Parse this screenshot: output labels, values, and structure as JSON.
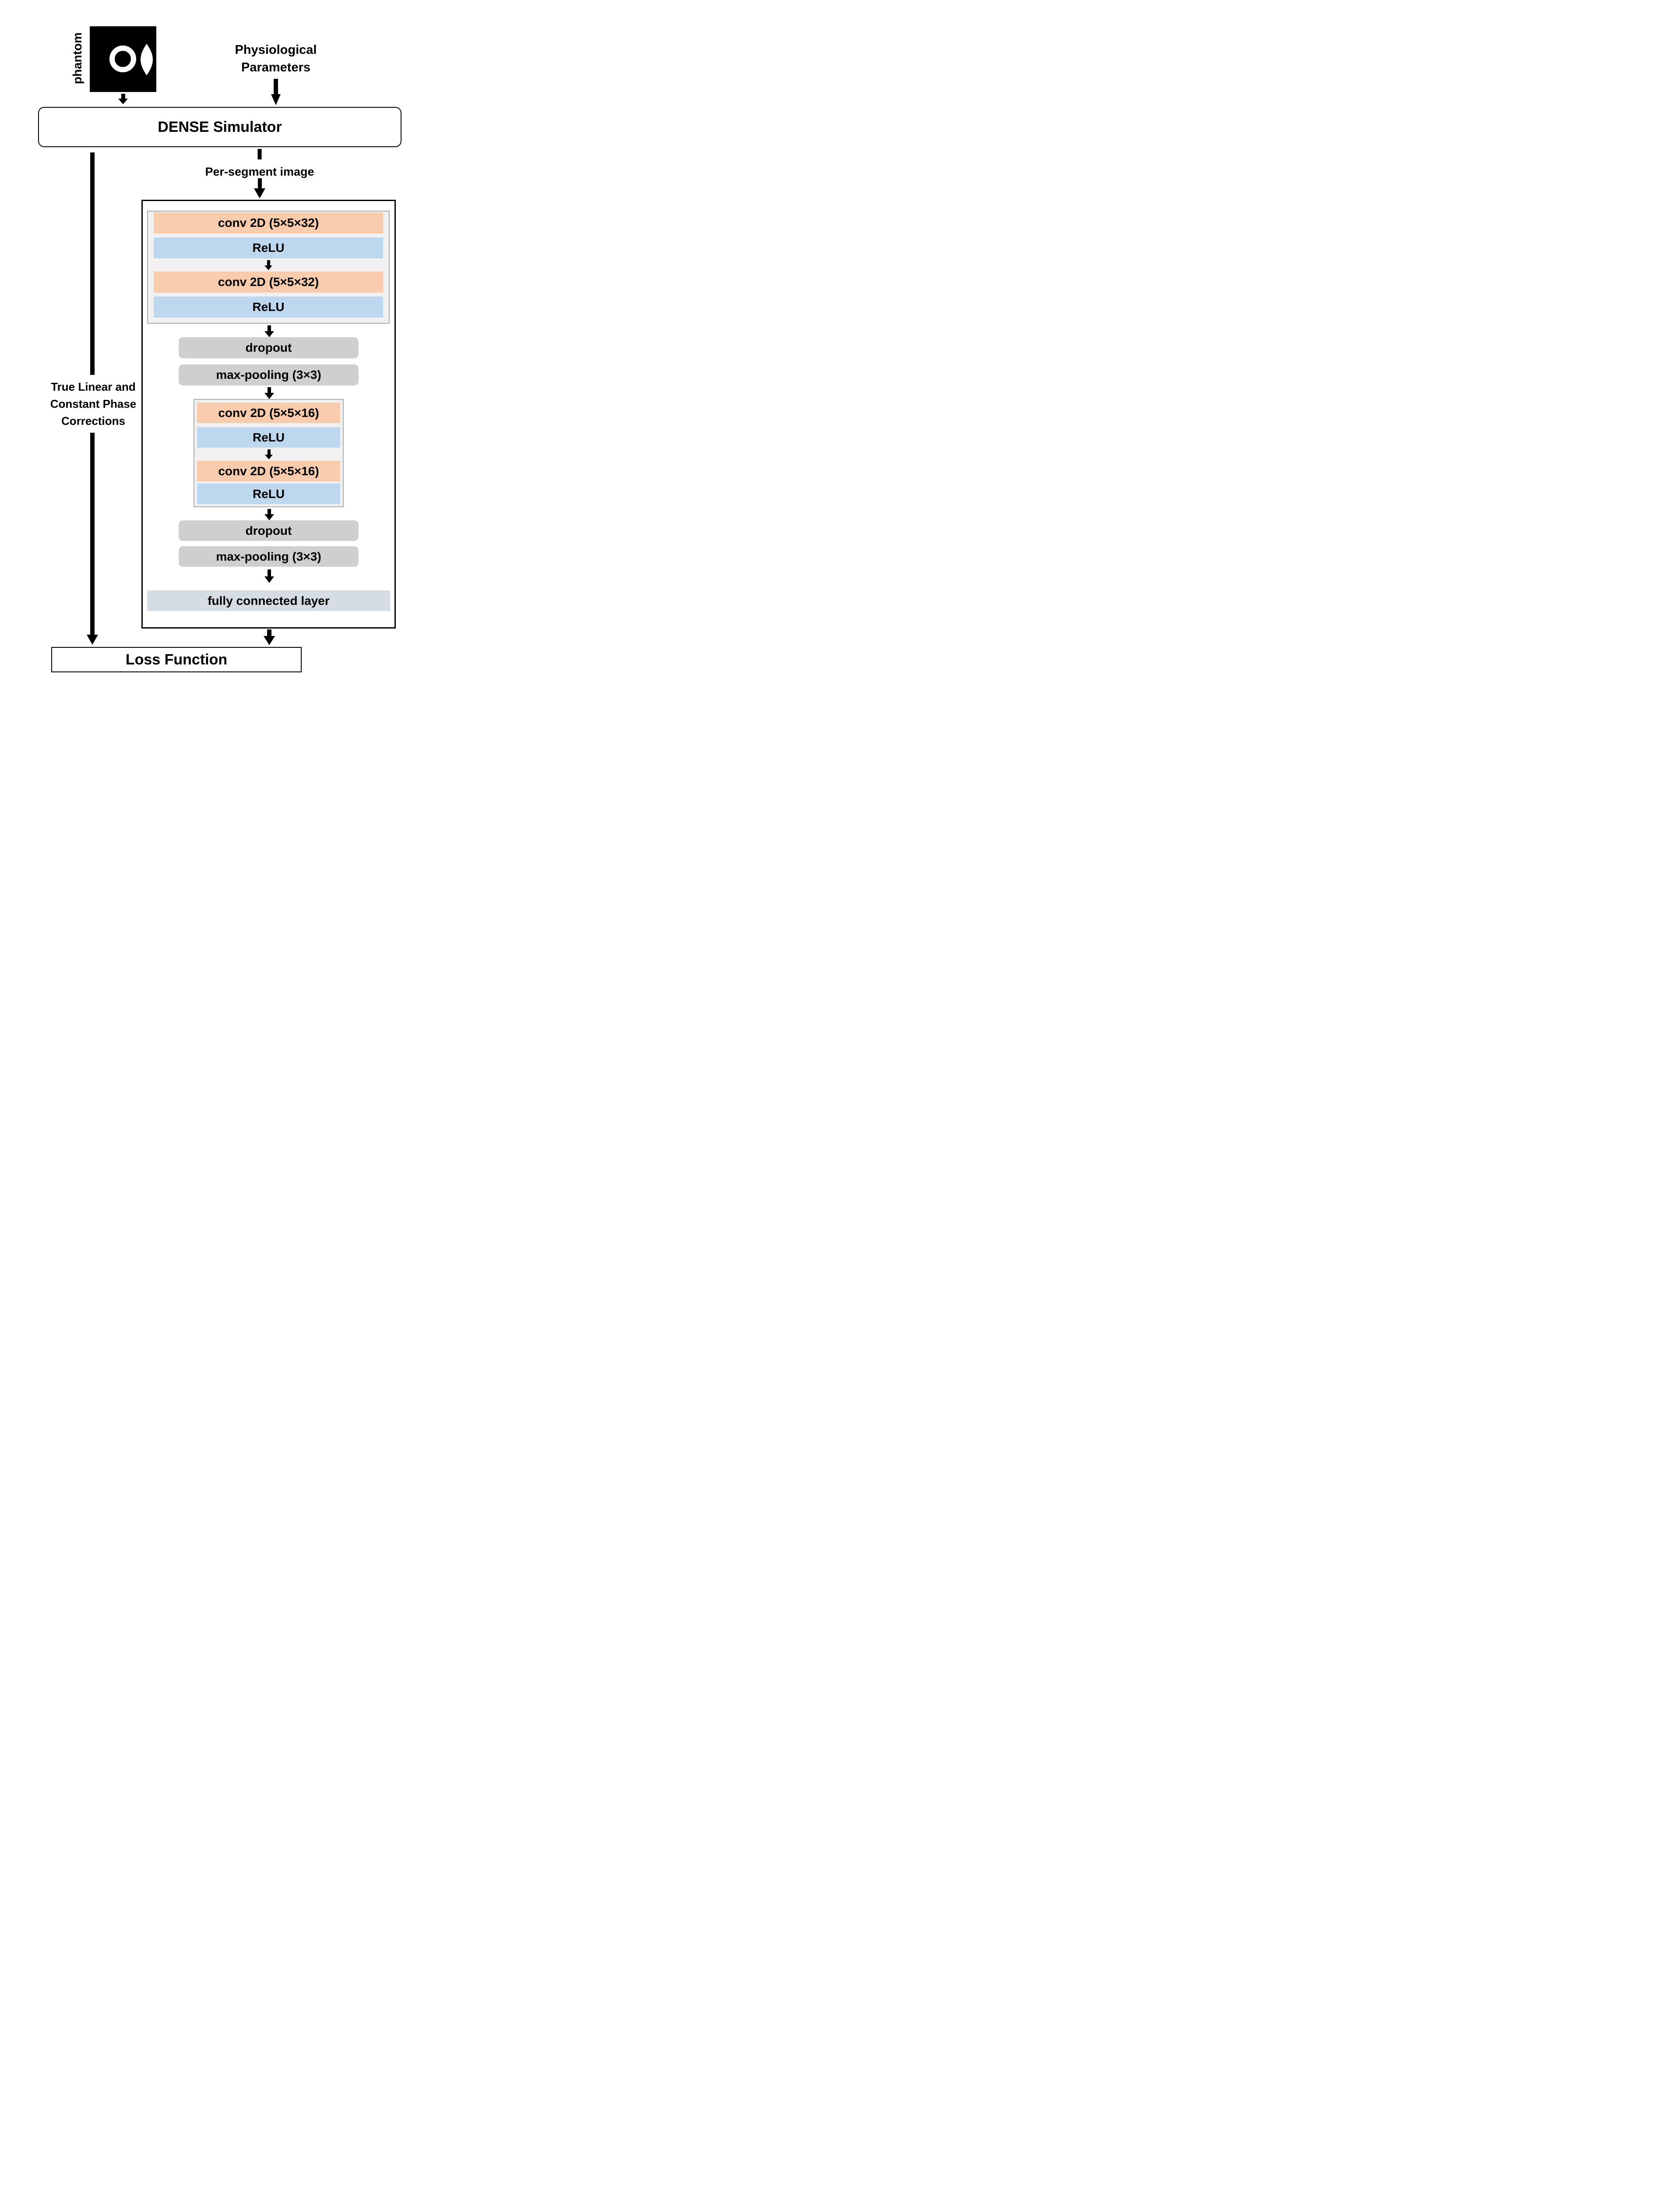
{
  "phantom": {
    "label": "phantom"
  },
  "physiological_parameters": {
    "line1": "Physiological",
    "line2": "Parameters"
  },
  "dense_simulator": {
    "label": "DENSE Simulator"
  },
  "per_segment_image": {
    "label": "Per-segment image"
  },
  "true_corrections": {
    "line1": "True Linear and",
    "line2": "Constant Phase",
    "line3": "Corrections"
  },
  "loss_function": {
    "label": "Loss Function"
  },
  "cnn": {
    "conv_block_1": {
      "conv_label": "conv 2D (5×5×32)",
      "relu_label": "ReLU"
    },
    "dropout_label": "dropout",
    "max_pooling_label": "max-pooling (3×3)",
    "conv_block_2": {
      "conv_label": "conv 2D (5×5×16)",
      "relu_label": "ReLU"
    },
    "fully_connected_label": "fully connected layer"
  },
  "colors": {
    "conv_layer": "#F8CBAD",
    "relu_layer": "#BDD7EE",
    "pooling_layer": "#D0CECE",
    "fully_connected_layer": "#D6DCE4",
    "conv_group_background": "#F1F1F1",
    "conv_group_border": "#ABABAB",
    "phantom_background": "#000000"
  }
}
